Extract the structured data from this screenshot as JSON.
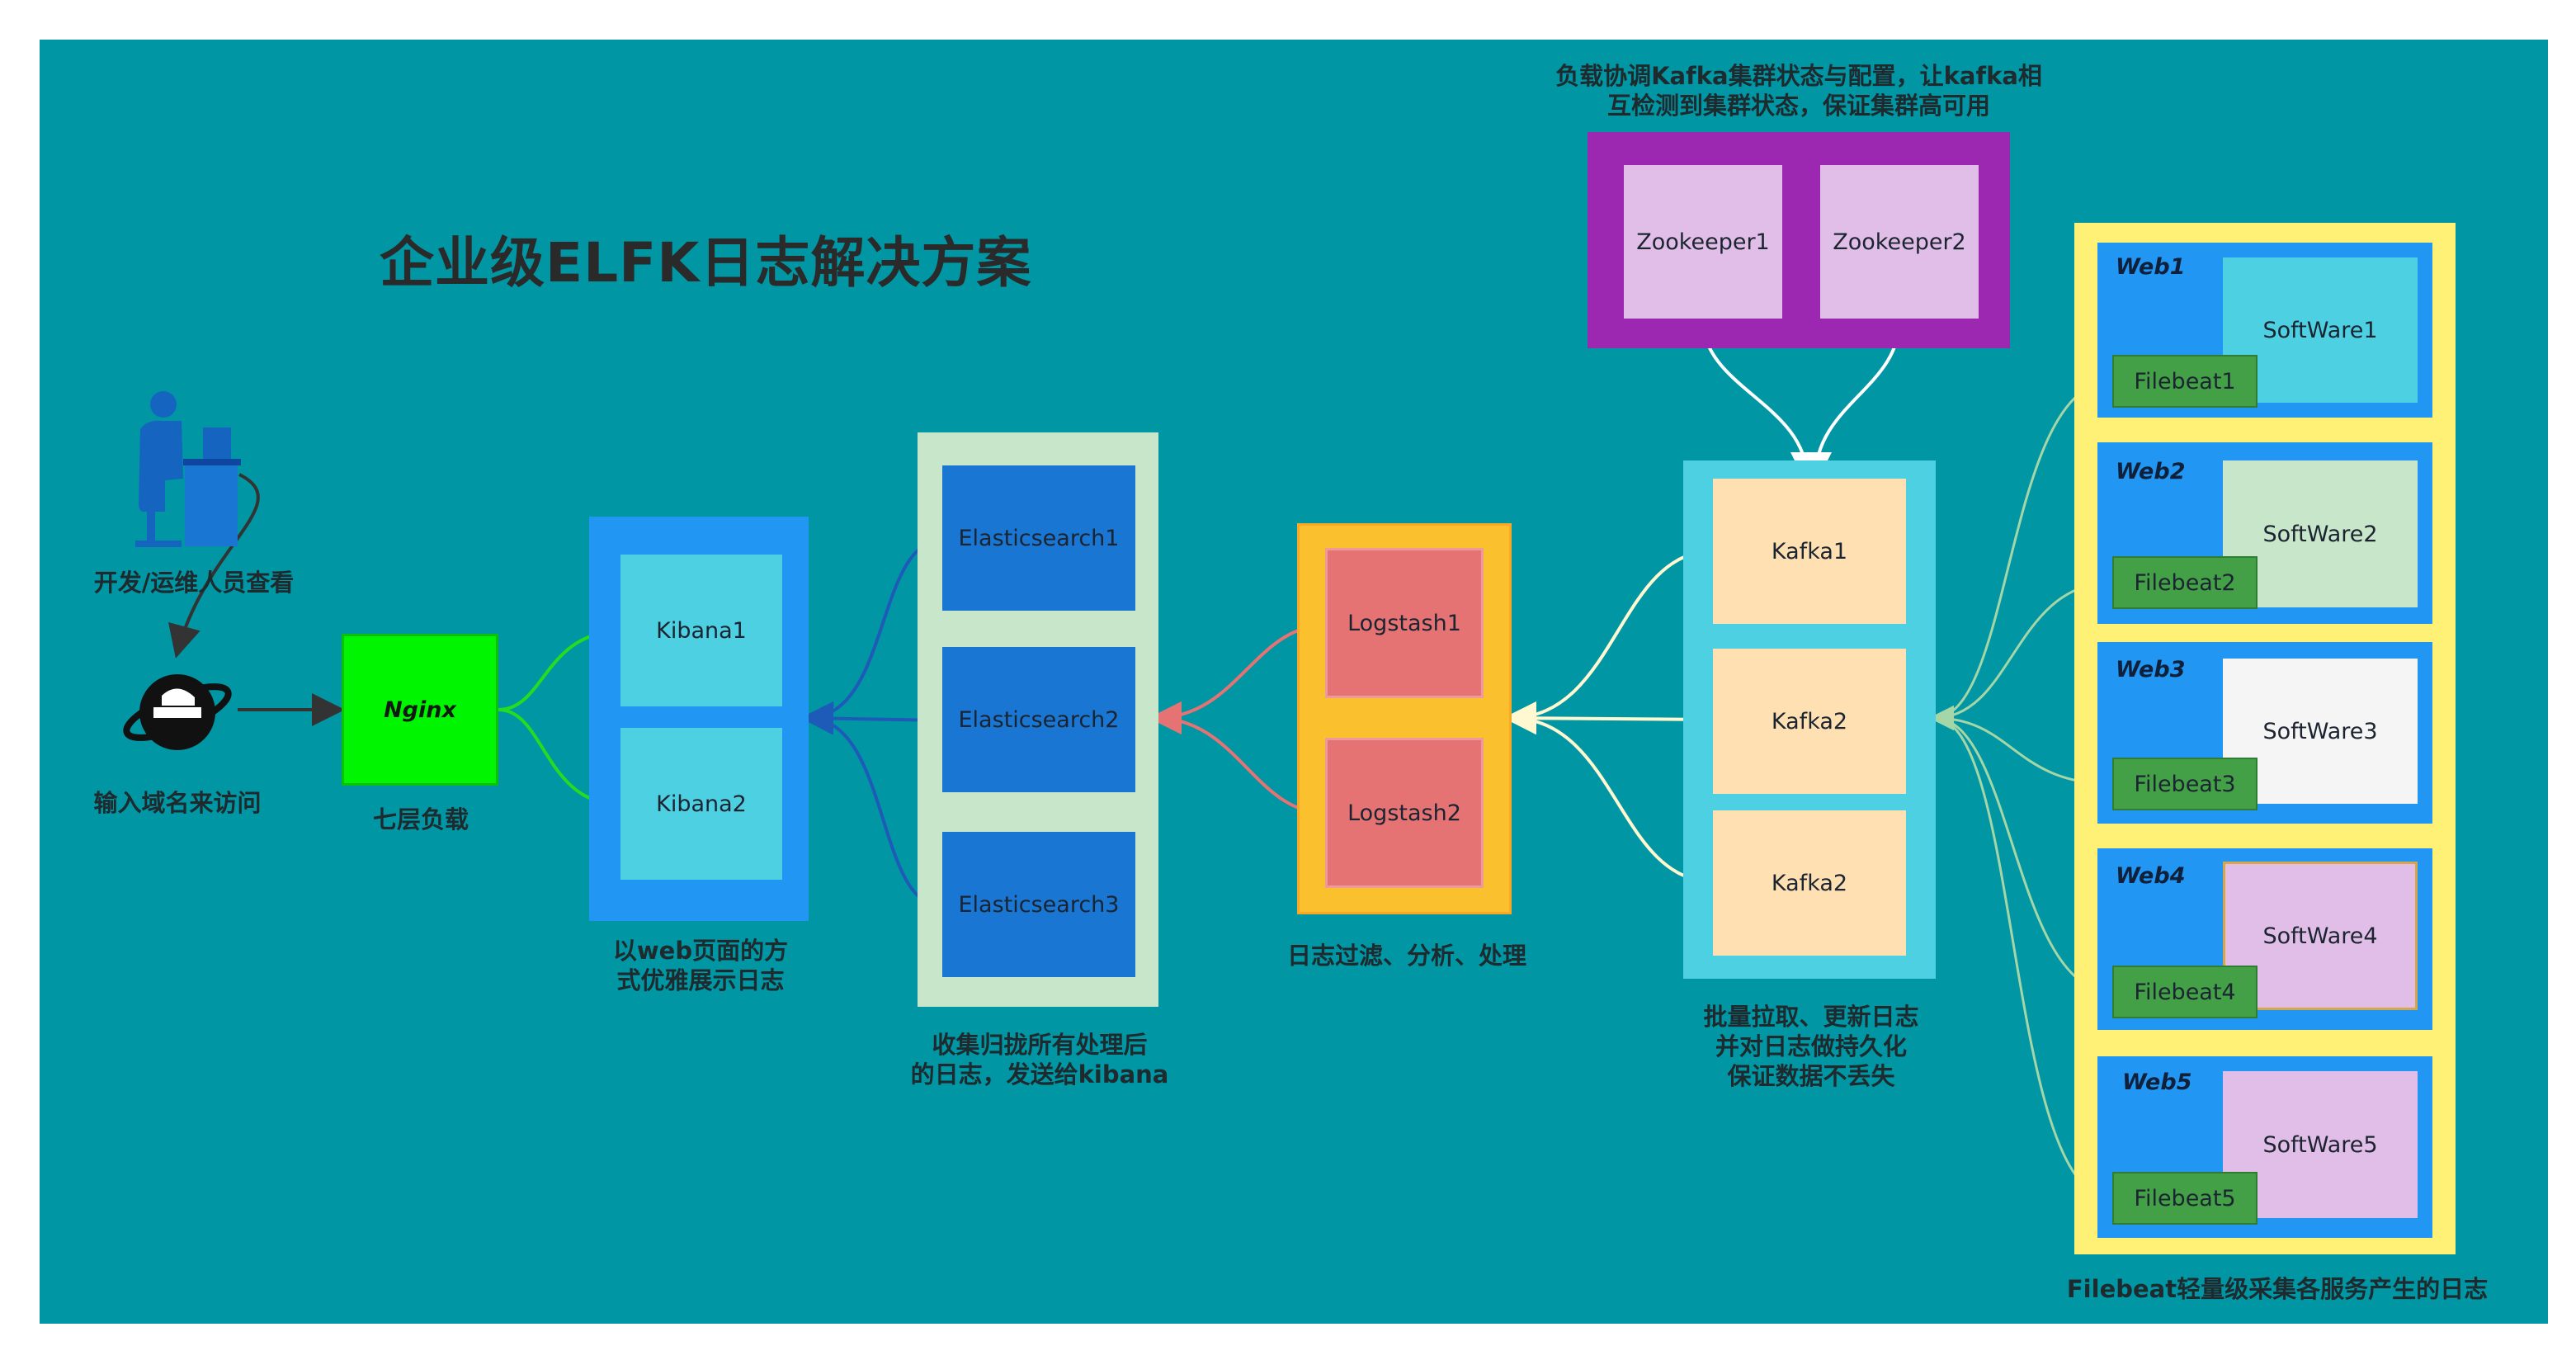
{
  "title": "企业级ELFK日志解决方案",
  "user": {
    "caption": "开发/运维人员查看"
  },
  "browser": {
    "caption": "输入域名来访问"
  },
  "nginx": {
    "label": "Nginx",
    "caption": "七层负载"
  },
  "kibana": {
    "nodes": [
      "Kibana1",
      "Kibana2"
    ],
    "caption_line1": "以web页面的方",
    "caption_line2": "式优雅展示日志"
  },
  "elasticsearch": {
    "nodes": [
      "Elasticsearch1",
      "Elasticsearch2",
      "Elasticsearch3"
    ],
    "caption_line1": "收集归拢所有处理后",
    "caption_line2": "的日志，发送给kibana"
  },
  "logstash": {
    "nodes": [
      "Logstash1",
      "Logstash2"
    ],
    "caption": "日志过滤、分析、处理"
  },
  "kafka": {
    "nodes": [
      "Kafka1",
      "Kafka2",
      "Kafka2"
    ],
    "caption_line1": "批量拉取、更新日志",
    "caption_line2": "并对日志做持久化",
    "caption_line3": "保证数据不丢失"
  },
  "zookeeper": {
    "nodes": [
      "Zookeeper1",
      "Zookeeper2"
    ],
    "caption_line1": "负载协调Kafka集群状态与配置，让kafka相",
    "caption_line2": "互检测到集群状态，保证集群高可用"
  },
  "webs": [
    {
      "name": "Web1",
      "software": "SoftWare1",
      "filebeat": "Filebeat1"
    },
    {
      "name": "Web2",
      "software": "SoftWare2",
      "filebeat": "Filebeat2"
    },
    {
      "name": "Web3",
      "software": "SoftWare3",
      "filebeat": "Filebeat3"
    },
    {
      "name": "Web4",
      "software": "SoftWare4",
      "filebeat": "Filebeat4"
    },
    {
      "name": "Web5",
      "software": "SoftWare5",
      "filebeat": "Filebeat5"
    }
  ],
  "filebeat_caption": "Filebeat轻量级采集各服务产生的日志",
  "colors": {
    "background": "#0096a4",
    "nginx": "#00f600",
    "kibana_panel": "#2196f3",
    "kibana_node": "#4dd0e1",
    "es_panel": "#c8e6c9",
    "es_node": "#1976d2",
    "logstash_panel": "#fbc02d",
    "logstash_node": "#e57373",
    "kafka_panel": "#4dd0e1",
    "kafka_node": "#ffe0b2",
    "zookeeper_panel": "#9c27b0",
    "zookeeper_node": "#e1bee7",
    "web_outer": "#fff176",
    "web_panel": "#2196f3",
    "filebeat": "#43a047"
  }
}
